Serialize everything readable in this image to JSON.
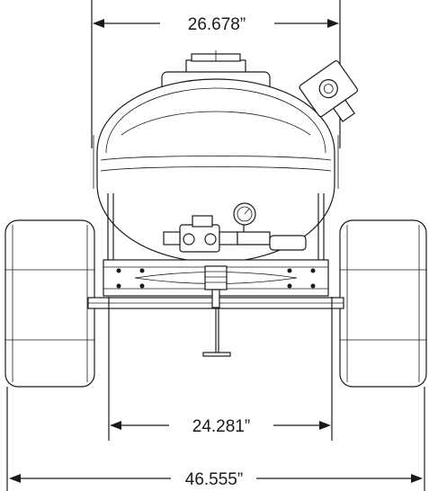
{
  "dimensions": {
    "top_width": "26.678”",
    "axle_track": "24.281”",
    "overall_width": "46.555”"
  }
}
